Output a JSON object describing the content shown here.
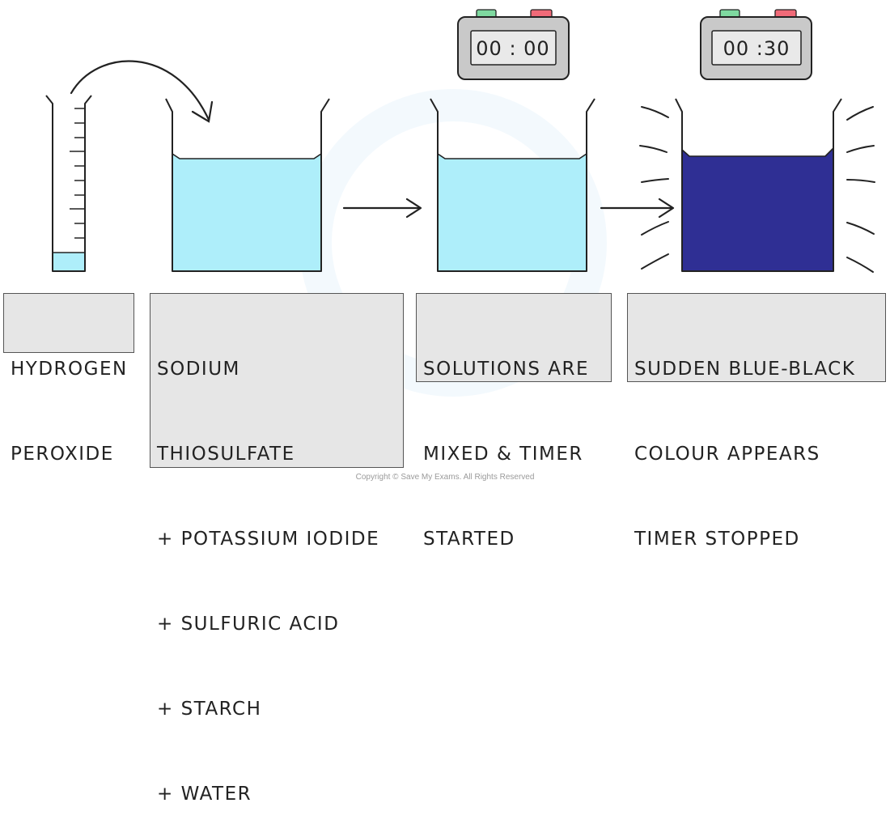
{
  "labels": {
    "hydrogen_peroxide": [
      "HYDROGEN",
      "PEROXIDE"
    ],
    "sodium_thiosulfate": [
      "SODIUM",
      "THIOSULFATE",
      "+ POTASSIUM IODIDE",
      "+ SULFURIC ACID",
      "+ STARCH",
      "+ WATER"
    ],
    "solutions_mixed": [
      "SOLUTIONS ARE",
      "MIXED & TIMER",
      "STARTED"
    ],
    "sudden_colour": [
      "SUDDEN BLUE-BLACK",
      "COLOUR APPEARS",
      "TIMER STOPPED"
    ]
  },
  "timers": {
    "start": "00 : 00",
    "end": "00 :30"
  },
  "colors": {
    "solution": "#aeeefa",
    "blue_black": "#2f2f94",
    "label_bg": "#e6e6e6",
    "timer_body": "#c9c9c9",
    "timer_green": "#7fd9a0",
    "timer_red": "#f06a78"
  },
  "copyright": "Copyright © Save My Exams. All Rights Reserved"
}
